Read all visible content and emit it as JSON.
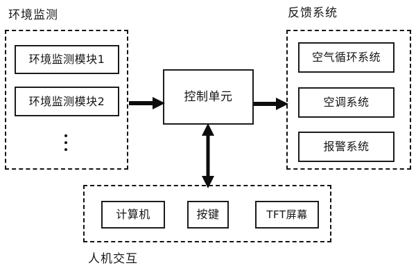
{
  "diagram": {
    "type": "block-diagram",
    "background_color": "#ffffff",
    "line_color": "#0d0d0d",
    "groups": [
      {
        "id": "environment-monitoring",
        "label": "环境监测",
        "border_style": "dashed",
        "items": [
          {
            "id": "env-module-1",
            "label": "环境监测模块1"
          },
          {
            "id": "env-module-2",
            "label": "环境监测模块2"
          },
          {
            "id": "env-module-more",
            "label": "⋮"
          }
        ]
      },
      {
        "id": "feedback-system",
        "label": "反馈系统",
        "border_style": "dashed",
        "items": [
          {
            "id": "air-circulation-system",
            "label": "空气循环系统"
          },
          {
            "id": "air-conditioning-system",
            "label": "空调系统"
          },
          {
            "id": "alarm-system",
            "label": "报警系统"
          }
        ]
      },
      {
        "id": "human-machine-interaction",
        "label": "人机交互",
        "border_style": "dashed",
        "items": [
          {
            "id": "computer",
            "label": "计算机"
          },
          {
            "id": "keys",
            "label": "按键"
          },
          {
            "id": "tft-screen",
            "label": "TFT屏幕"
          }
        ]
      }
    ],
    "central_node": {
      "id": "control-unit",
      "label": "控制单元"
    },
    "connections": [
      {
        "id": "conn-env-to-control",
        "from": "environment-monitoring",
        "to": "control-unit",
        "direction": "one-way"
      },
      {
        "id": "conn-control-to-feedback",
        "from": "control-unit",
        "to": "feedback-system",
        "direction": "one-way"
      },
      {
        "id": "conn-control-hmi",
        "from": "control-unit",
        "to": "human-machine-interaction",
        "direction": "two-way"
      }
    ]
  }
}
